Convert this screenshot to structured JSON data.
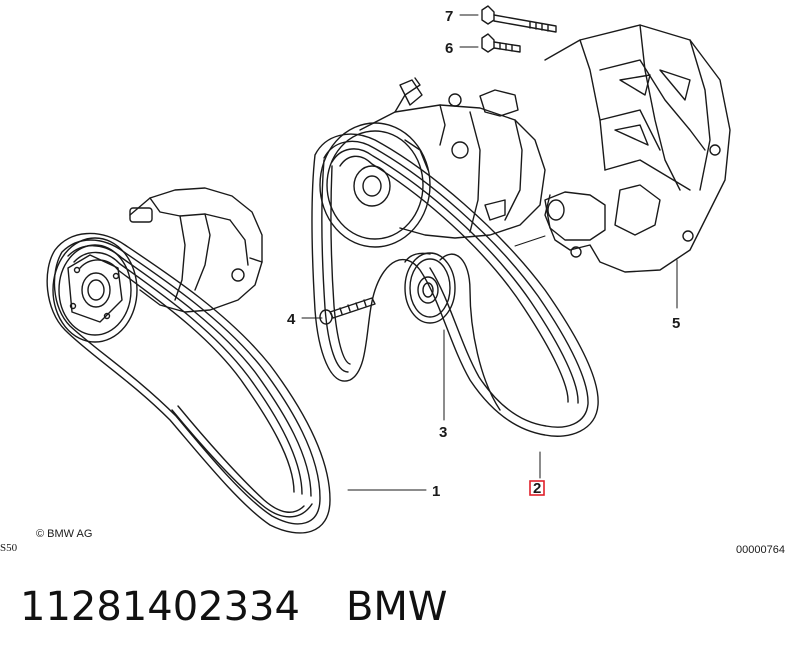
{
  "diagram": {
    "callouts": [
      {
        "id": "1",
        "text": "1"
      },
      {
        "id": "2",
        "text": "2",
        "highlighted": true
      },
      {
        "id": "3",
        "text": "3"
      },
      {
        "id": "4",
        "text": "4"
      },
      {
        "id": "5",
        "text": "5"
      },
      {
        "id": "6",
        "text": "6"
      },
      {
        "id": "7",
        "text": "7"
      }
    ],
    "copyright": "© BMW AG",
    "corner_code": "S50",
    "drawing_number": "00000764",
    "highlight_color": "#e0202a",
    "line_color": "#1a1a1a"
  },
  "caption": {
    "part_number": "11281402334",
    "brand": "BMW"
  }
}
